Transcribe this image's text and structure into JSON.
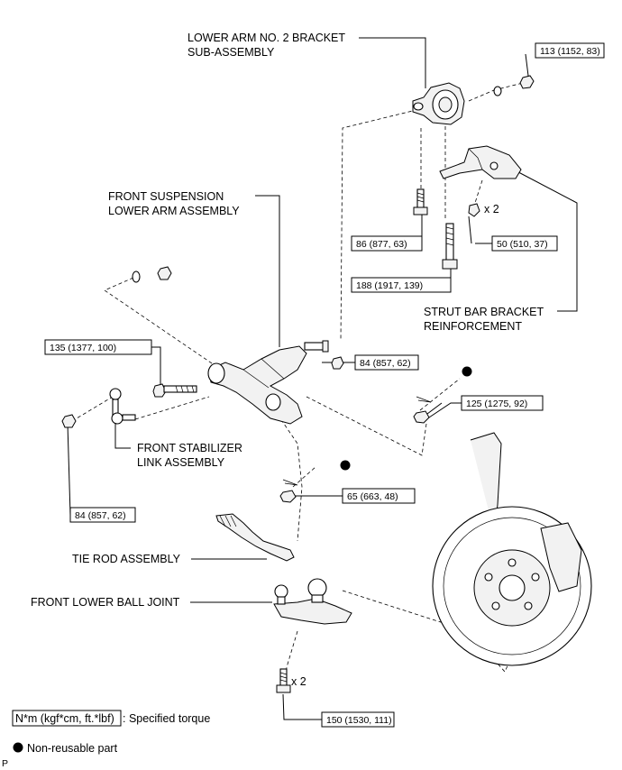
{
  "labels": {
    "lower_arm_bracket_1": "LOWER ARM NO. 2 BRACKET",
    "lower_arm_bracket_2": "SUB-ASSEMBLY",
    "front_susp_1": "FRONT SUSPENSION",
    "front_susp_2": "LOWER ARM ASSEMBLY",
    "strut_1": "STRUT BAR BRACKET",
    "strut_2": "REINFORCEMENT",
    "stab_1": "FRONT STABILIZER",
    "stab_2": "LINK ASSEMBLY",
    "tie_rod": "TIE ROD ASSEMBLY",
    "ball_joint": "FRONT LOWER BALL JOINT"
  },
  "torques": {
    "t113": "113 (1152, 83)",
    "t86": "86 (877, 63)",
    "t50": "50 (510, 37)",
    "t188": "188 (1917, 139)",
    "t135": "135 (1377, 100)",
    "t84a": "84 (857, 62)",
    "t125": "125 (1275, 92)",
    "t65": "65 (663, 48)",
    "t84b": "84 (857, 62)",
    "t150": "150 (1530, 111)"
  },
  "multipliers": {
    "x2_a": "x 2",
    "x2_b": "x 2"
  },
  "legend": {
    "unit_box": "N*m (kgf*cm, ft.*lbf)",
    "unit_desc": ": Specified torque",
    "nonreusable": "Non-reusable part"
  },
  "corner_mark": "P",
  "icons": [
    "non-reusable-dot-icon"
  ]
}
